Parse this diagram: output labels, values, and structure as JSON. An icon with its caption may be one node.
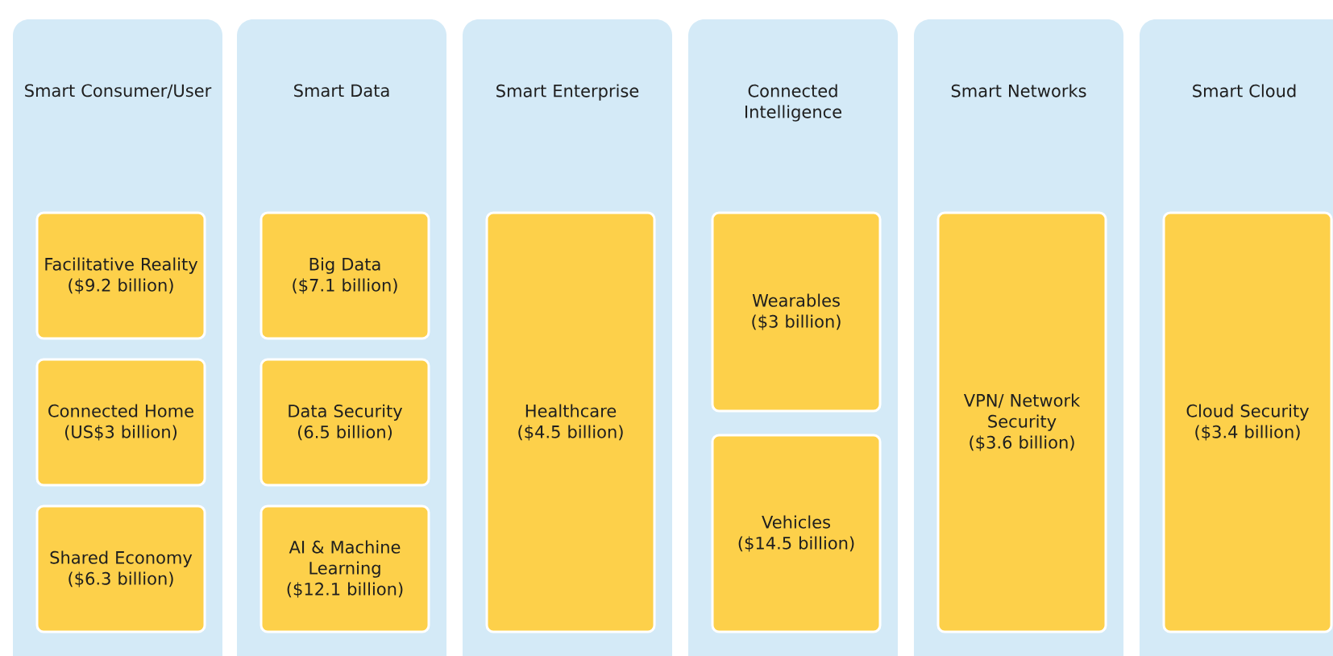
{
  "diagram": {
    "nodes": [
      {
        "text": [
          "Smart Consumer/User"
        ]
      },
      {
        "text": [
          "Facilitative Reality ($9.2 billion)"
        ],
        "in": 0
      },
      {
        "text": [
          "Connected Home (US$3 billion)"
        ],
        "in": 0
      },
      {
        "text": [
          "Shared Economy ($6.3 billion)"
        ],
        "in": 0
      },
      {
        "text": [
          "Smart Data"
        ]
      },
      {
        "text": [
          "Big Data ($7.1 billion)"
        ],
        "in": 4
      },
      {
        "text": [
          "Data Security (6.5 billion)"
        ],
        "in": 4
      },
      {
        "text": [
          "AI & Machine Learning ($12.1 billion)"
        ],
        "in": 4
      },
      {
        "text": [
          "Smart Enterprise"
        ]
      },
      {
        "text": [
          "Healthcare ($4.5 billion)"
        ],
        "in": 8
      },
      {
        "text": [
          "Connected Intelligence"
        ]
      },
      {
        "text": [
          "Wearables ($3 billion)"
        ],
        "in": 10
      },
      {
        "text": [
          "Vehicles ($14.5 billion)"
        ],
        "in": 10
      },
      {
        "text": [
          "Smart Networks"
        ]
      },
      {
        "text": [
          "VPN/ Network Security ($3.6 billion)"
        ],
        "in": 13
      },
      {
        "text": [
          "Smart Cloud"
        ]
      },
      {
        "text": [
          "Cloud Security ($3.4 billion)"
        ],
        "in": 15
      }
    ]
  }
}
